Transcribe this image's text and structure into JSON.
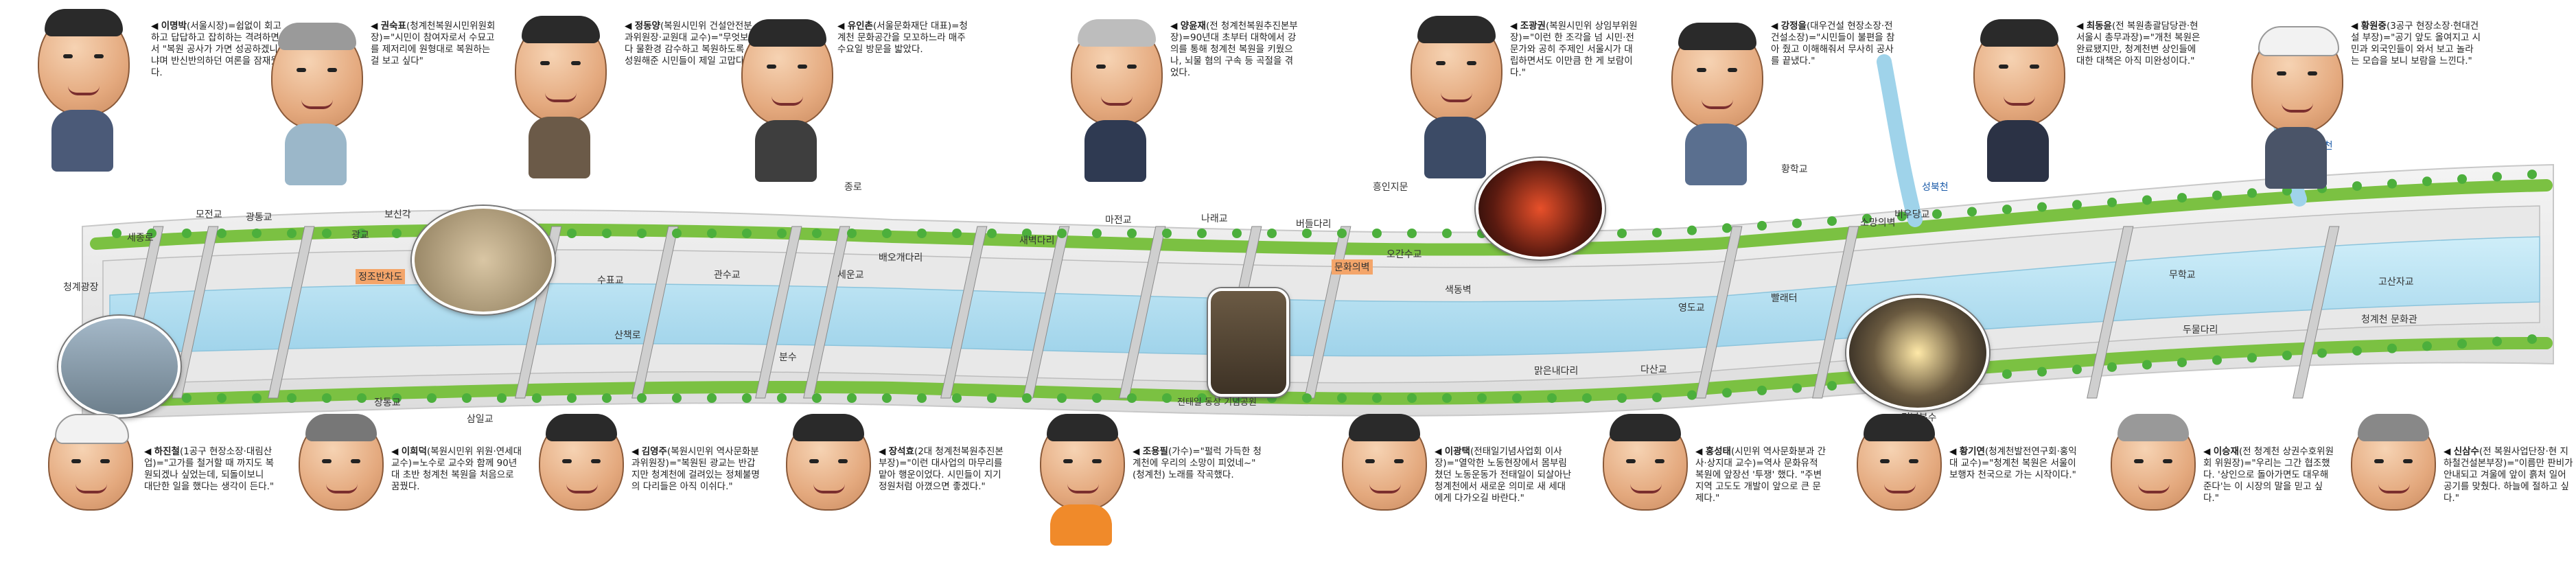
{
  "colors": {
    "water": "#bfe4f2",
    "grass": "#7bc142",
    "path": "#d9d9d9",
    "ground": "#ececec",
    "accent": "#1a5aa8"
  },
  "people_top": [
    {
      "name": "이명박",
      "quote": "(서울시장)=쉽없이 회고하고 답답하고 잡히하는 격려하면서 \"복원 공사가 가면 성공하겠니냐며 반신반의하던 여론을 잠재웠다."
    },
    {
      "name": "권숙표",
      "quote": "(청계천복원시민위원회장)=\"시민이 참여자로서 수묘고를 제저리에 원형대로 복원하는 걸 보고 싶다\""
    },
    {
      "name": "정동양",
      "quote": "(복원시민위 건설안전분과위원장·교원대 교수)=\"무엇보다 물환경 감수하고 복원하도록 성원해준 시민들이 제일 고맙다.\""
    },
    {
      "name": "유인촌",
      "quote": "(서울문화재단 대표)=청계천 문화공간을 모꼬하느라 매주 수요일 방문을 밟았다."
    },
    {
      "name": "양윤재",
      "quote": "(전 청계천복원추진본부장)=90년대 초부터 대학에서 강의를 통해 청계천 복원을 키웠으나, 뇌물 혐의 구속 등 곡절을 겪었다."
    },
    {
      "name": "조광권",
      "quote": "(복원시민위 상임부위원장)=\"이런 한 조각을 넘 시민·전문가와 공히 주제인 서울시가 대립하면서도 이만큼 한 게 보람이다.\""
    },
    {
      "name": "강정을",
      "quote": "(대우건설 현장소장·전 건설소장)=\"시민들이 불편을 참아 줬고 이해해줘서 무사히 공사를 끝냈다.\""
    },
    {
      "name": "최동윤",
      "quote": "(전 복원총괄담당관·현 서울시 총무과장)=\"개천 복원은 완료됐지만, 청계천변 상인들에 대한 대책은 아직 미완성이다.\""
    },
    {
      "name": "황원중",
      "quote": "(3공구 현장소장·현대건설 부장)=\"공기 앞도 올여지고 시민과 외국인들이 와서 보고 놀라는 모습을 보니 보람을 느낀다.\""
    }
  ],
  "people_bottom": [
    {
      "name": "하진철",
      "quote": "(1공구 현장소장·대림산업)=\"고가를 철거할 때 까지도 복원되겠나 싶었는데, 되돌이보니 대단한 일을 했다는 생각이 든다.\""
    },
    {
      "name": "이희덕",
      "quote": "(복원시민위 위원·연세대 교수)=노수로 교수와 함께 90년대 초반 청계천 복원을 처음으로 꿈꿨다."
    },
    {
      "name": "김영주",
      "quote": "(복원시민위 역사문화분과위원장)=\"복원된 광교는 반갑지만 청계천에 걸려있는 정체불명의 다리들은 아직 이쉬다.\""
    },
    {
      "name": "장석효",
      "quote": "(2대 청계천복원추진본부장)=\"이런 대사업의 마무리를 맡아 행운이었다. 시민들이 지기 정원처럼 아꼈으면 좋겠다.\""
    },
    {
      "name": "조용필",
      "quote": "(가수)=\"펄럭 가득한 청계천에 우리의 소망이 피었네~\" (청계천) 노래를 작곡했다."
    },
    {
      "name": "이광택",
      "quote": "(전태일기념사업회 이사장)=\"열악한 노동현장에서 몸부림쳤던 노동운동가 전태일이 되살아난 청계천에서 새로운 의미로 새 세대에게 다가오길 바란다.\""
    },
    {
      "name": "홍성태",
      "quote": "(시민위 역사문화분과 간사·상지대 교수)=역사 문화유적 복원에 앞장선 '투쟁' 했다. \"주변지역 고도도 개발이 앞으로 큰 문제다.\""
    },
    {
      "name": "황기연",
      "quote": "(청계천발전연구회·홍익대 교수)=\"청계천 복원은 서울이 보행자 천국으로 가는 시작이다.\""
    },
    {
      "name": "이승재",
      "quote": "(전 청계천 상권수호위원회 위원장)=\"우리는 그간 협조했다. '상인으로 돌아가면도 대우해준다'는 이 시장의 말을 믿고 싶다.\""
    },
    {
      "name": "신삼수",
      "quote": "(전 복원사업단장·현 지하철건설본부장)=\"이름만 판비가 안내되고 겨울에 앞이 흙처 일어 공기를 맞췄다. 하늘에 절하고 싶다.\""
    }
  ],
  "places": [
    "세종로",
    "모전교",
    "광통교",
    "광교",
    "보신각",
    "청계광장",
    "수표교",
    "장통교",
    "삼일교",
    "관수교",
    "세운교",
    "배오개다리",
    "새벽다리",
    "마전교",
    "나래교",
    "버들다리",
    "종로",
    "흥인지문",
    "오간수교",
    "황학교",
    "비우당교",
    "무학교",
    "고산자교",
    "두물다리",
    "청계천 문화관",
    "성북천",
    "정릉천",
    "정조반차도",
    "문화의벽",
    "분수",
    "산책로",
    "전태일 동상 기념공원",
    "영도교",
    "다산교",
    "맑은내다리",
    "소망의벽",
    "색동벽",
    "빨래터",
    "터널분수"
  ],
  "icons": [
    "bridge-icon",
    "fountain-icon",
    "gate-icon",
    "pavilion-icon"
  ]
}
